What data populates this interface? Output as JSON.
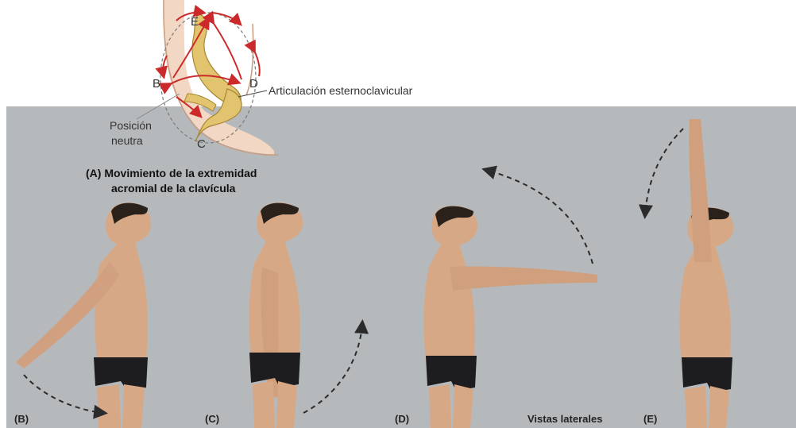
{
  "inset": {
    "letters": {
      "E": "E",
      "B": "B",
      "D": "D",
      "C": "C"
    },
    "joint_label": "Articulación esternoclavicular",
    "neutral_line1": "Posición",
    "neutral_line2": "neutra",
    "caption_line1": "(A) Movimiento de la extremidad",
    "caption_line2": "acromial de la clavícula"
  },
  "panels": {
    "b_label": "(B)",
    "c_label": "(C)",
    "d_label": "(D)",
    "e_label": "(E)",
    "views_label": "Vistas laterales"
  },
  "colors": {
    "panel_bg": "#b6b9bb",
    "bone": "#e2c46e",
    "arrow_red": "#cc2a2a",
    "skin": "#d7a886",
    "shorts": "#1d1d1f",
    "hair": "#2a211b"
  }
}
